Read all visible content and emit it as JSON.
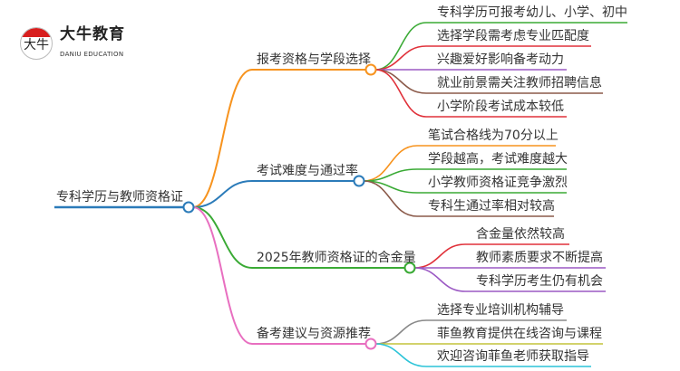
{
  "logo": {
    "name": "大牛教育",
    "subtitle": "DANIU EDUCATION",
    "mark": "大牛"
  },
  "root": {
    "label": "专科学历与教师资格证",
    "color": "#2b7bb9"
  },
  "branches": [
    {
      "label": "报考资格与学段选择",
      "color": "#f7931e",
      "leaves": [
        {
          "label": "专科学历可报考幼儿、小学、初中",
          "color": "#3aaa35"
        },
        {
          "label": "选择学段需考虑专业匹配度",
          "color": "#e0313a"
        },
        {
          "label": "兴趣爱好影响备考动力",
          "color": "#9b59c4"
        },
        {
          "label": "就业前景需关注教师招聘信息",
          "color": "#8b5a4a"
        },
        {
          "label": "小学阶段考试成本较低",
          "color": "#e0313a"
        }
      ]
    },
    {
      "label": "考试难度与通过率",
      "color": "#2b7bb9",
      "leaves": [
        {
          "label": "笔试合格线为70分以上",
          "color": "#f7931e"
        },
        {
          "label": "学段越高，考试难度越大",
          "color": "#3aaa35"
        },
        {
          "label": "小学教师资格证竞争激烈",
          "color": "#3aaa35"
        },
        {
          "label": "专科生通过率相对较高",
          "color": "#8b5a4a"
        }
      ]
    },
    {
      "label": "2025年教师资格证的含金量",
      "color": "#3aaa35",
      "leaves": [
        {
          "label": "含金量依然较高",
          "color": "#e0313a"
        },
        {
          "label": "教师素质要求不断提高",
          "color": "#9b59c4"
        },
        {
          "label": "专科学历考生仍有机会",
          "color": "#9b59c4"
        }
      ]
    },
    {
      "label": "备考建议与资源推荐",
      "color": "#e86fc0",
      "leaves": [
        {
          "label": "选择专业培训机构辅导",
          "color": "#888888"
        },
        {
          "label": "菲鱼教育提供在线咨询与课程",
          "color": "#c4c43a"
        },
        {
          "label": "欢迎咨询菲鱼老师获取指导",
          "color": "#2cc4d8"
        }
      ]
    }
  ]
}
